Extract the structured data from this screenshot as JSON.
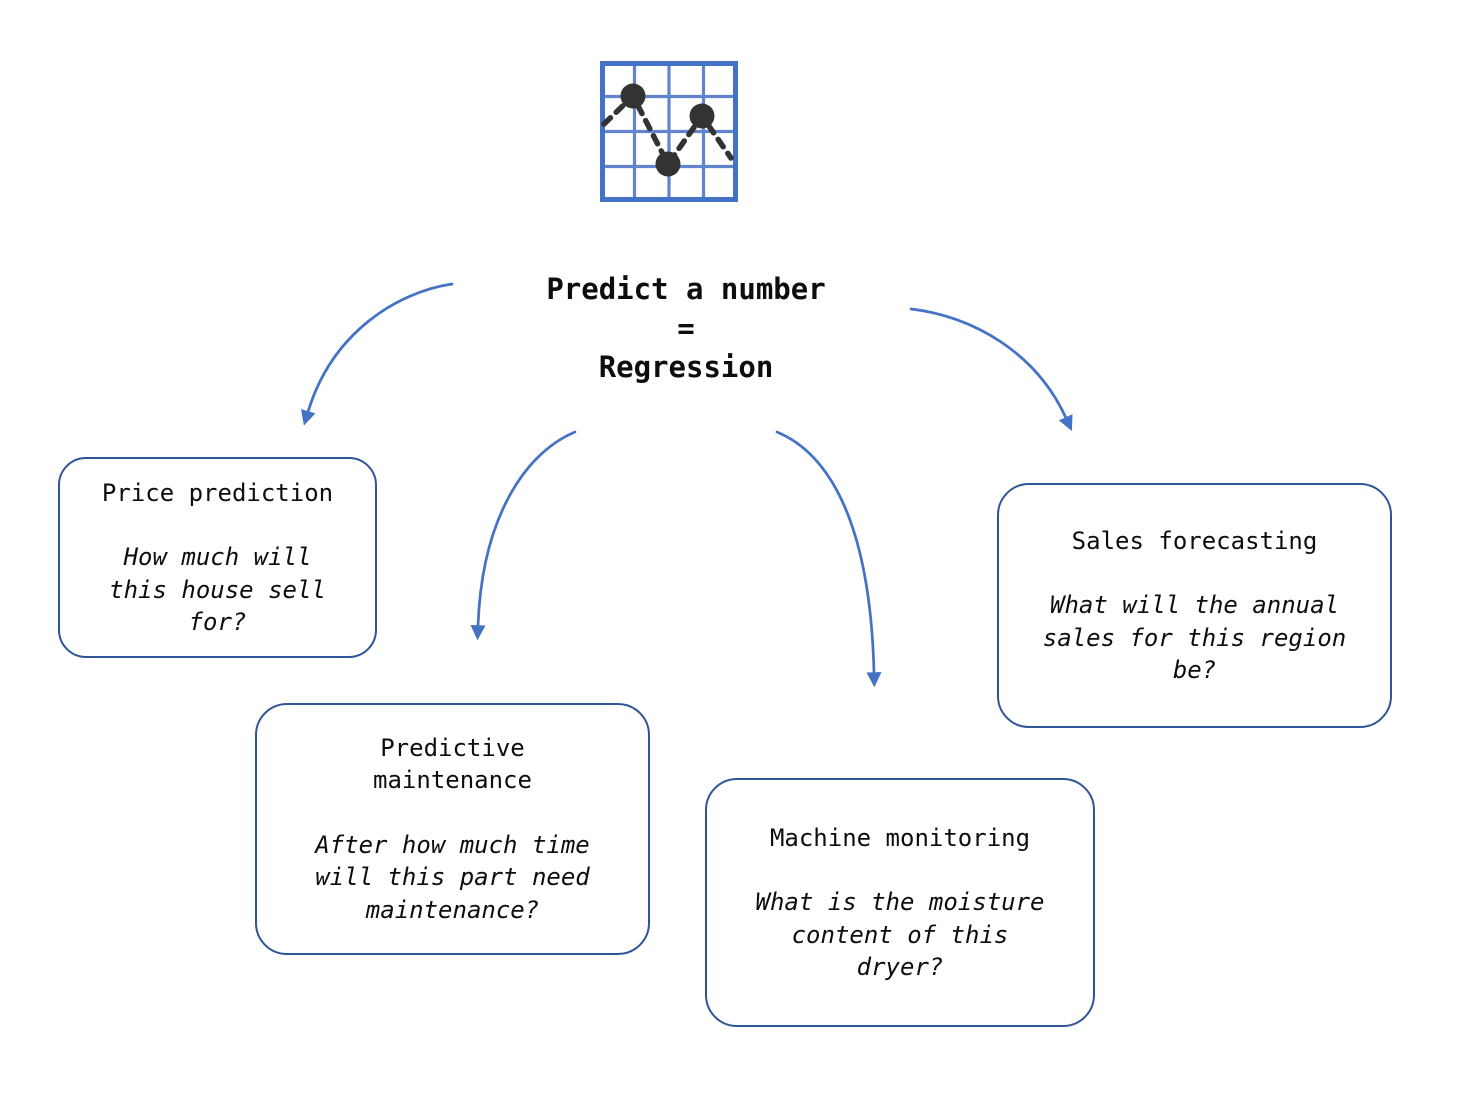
{
  "title": {
    "line1": "Predict a number",
    "line2": "=",
    "line3": "Regression"
  },
  "icon": {
    "name": "scatter-plot-icon",
    "description": "grid chart with three dots connected by dashed zigzag line"
  },
  "boxes": [
    {
      "id": "price-prediction",
      "title": "Price prediction",
      "question": "How much will\nthis house sell\nfor?"
    },
    {
      "id": "predictive-maintenance",
      "title": "Predictive\nmaintenance",
      "question": "After how much time\nwill this part need\nmaintenance?"
    },
    {
      "id": "machine-monitoring",
      "title": "Machine monitoring",
      "question": "What is the moisture\ncontent of this\ndryer?"
    },
    {
      "id": "sales-forecasting",
      "title": "Sales forecasting",
      "question": "What will the annual\nsales for this region\nbe?"
    }
  ],
  "colors": {
    "arrow": "#4472C4",
    "box_border": "#2F5597",
    "icon_grid": "#4472C4",
    "icon_grid_inner": "#6284CC",
    "icon_dot": "#333333",
    "text": "#0D0D0D",
    "background": "#FFFFFF"
  }
}
